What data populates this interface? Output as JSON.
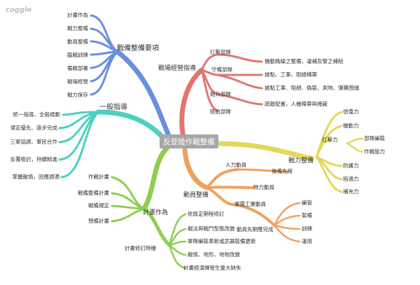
{
  "brand": "coggle",
  "root": {
    "label": "反登陸作戰整備"
  },
  "colors": {
    "blue": "#6a8fe0",
    "teal": "#4dd0c0",
    "green": "#8dcf4f",
    "red": "#e27570",
    "orange": "#f0a05e",
    "yellow": "#e4d85a",
    "root": "#a7a7a7"
  },
  "branches": {
    "essentials": {
      "label": "戰備整備要項",
      "items": [
        "計畫作為",
        "戰力整備",
        "動員整備",
        "臨戰訓練",
        "備戰部署",
        "戰場經營",
        "戰力保存"
      ]
    },
    "guidance": {
      "label": "一般指導",
      "items": [
        "統一指導、全般規劃",
        "律定優先、逐步完成",
        "三軍協調、軍民合作",
        "反覆檢討，持續精進",
        "掌握敵情，因應調適"
      ]
    },
    "planning": {
      "label": "計畫作為",
      "items": [
        "作戰計畫",
        "戰備整備計畫",
        "戰備規定",
        "預備計畫"
      ],
      "revision": {
        "label": "計畫修訂時機",
        "items": [
          "依既定期程修訂",
          "戰法與戰鬥型態改變",
          "軍隊編裝革新或武器裝備更新",
          "敵情、地形、地物改變",
          "計畫經演練發生重大缺失"
        ]
      }
    },
    "battlefield": {
      "label": "戰場經營指導",
      "units": [
        {
          "label": "打擊部隊",
          "detail": "機動路線之整備，運補及警之補給"
        },
        {
          "label": "守備部隊",
          "detail": "據點、工事、阻絕構築"
        },
        {
          "label": "砲兵部隊",
          "detail": "據點工事、阻絕、偽裝、測地、彈藥囤儲"
        },
        {
          "label": "陸航部隊",
          "detail": "疏散配置，人機陣蒂與掩蔽"
        }
      ]
    },
    "mobilization": {
      "label": "動員整備",
      "manpower": {
        "label": "人力動員",
        "detail": "後備先用"
      },
      "material": {
        "label": "物力動員"
      },
      "industry": {
        "label": "軍需工業動員",
        "priority": {
          "label": "動員先期應完成",
          "items": [
            "編管",
            "裝備",
            "訓練",
            "運用"
          ]
        }
      }
    },
    "combat": {
      "label": "戰力整備",
      "items": [
        {
          "label": "偵蒐力"
        },
        {
          "label": "機動力"
        },
        {
          "label": "打擊力",
          "children": [
            "部隊編裝",
            "作戰能力"
          ]
        },
        {
          "label": "防護力"
        },
        {
          "label": "指通力"
        },
        {
          "label": "補充力"
        }
      ]
    }
  }
}
